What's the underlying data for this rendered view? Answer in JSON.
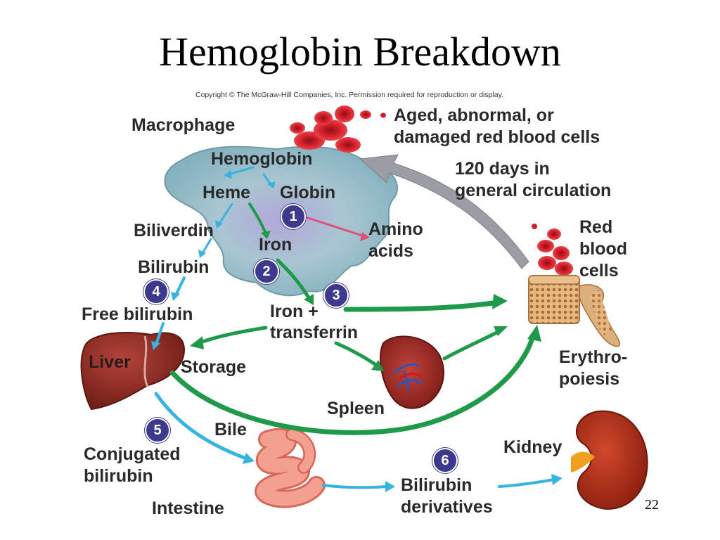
{
  "title": "Hemoglobin Breakdown",
  "copyright": "Copyright © The McGraw-Hill Companies, Inc. Permission required for reproduction or display.",
  "page_number": "22",
  "labels": {
    "macrophage": "Macrophage",
    "aged_cells_line1": "Aged, abnormal, or",
    "aged_cells_line2": "damaged red blood cells",
    "hemoglobin": "Hemoglobin",
    "circulation_line1": "120 days in",
    "circulation_line2": "general circulation",
    "heme": "Heme",
    "globin": "Globin",
    "biliverdin": "Biliverdin",
    "amino_line1": "Amino",
    "amino_line2": "acids",
    "iron": "Iron",
    "red_cells_line1": "Red",
    "red_cells_line2": "blood",
    "red_cells_line3": "cells",
    "bilirubin": "Bilirubin",
    "free_bilirubin": "Free bilirubin",
    "transferrin_line1": "Iron +",
    "transferrin_line2": "transferrin",
    "liver": "Liver",
    "storage": "Storage",
    "erythro_line1": "Erythro-",
    "erythro_line2": "poiesis",
    "spleen": "Spleen",
    "bile": "Bile",
    "conjugated_line1": "Conjugated",
    "conjugated_line2": "bilirubin",
    "kidney": "Kidney",
    "derivatives_line1": "Bilirubin",
    "derivatives_line2": "derivatives",
    "intestine": "Intestine"
  },
  "steps": [
    "1",
    "2",
    "3",
    "4",
    "5",
    "6"
  ],
  "colors": {
    "green_arrow": "#1f9a4a",
    "blue_arrow": "#35b4e0",
    "gray_arrow": "#9a9ea4",
    "pink_arrow": "#e0507a",
    "badge": "#3c3a8c",
    "red_cell": "#d21e2a",
    "macrophage": "#9cc0cc",
    "liver": "#8e2a20",
    "kidney": "#b4301c",
    "intestine": "#f08a7a"
  }
}
